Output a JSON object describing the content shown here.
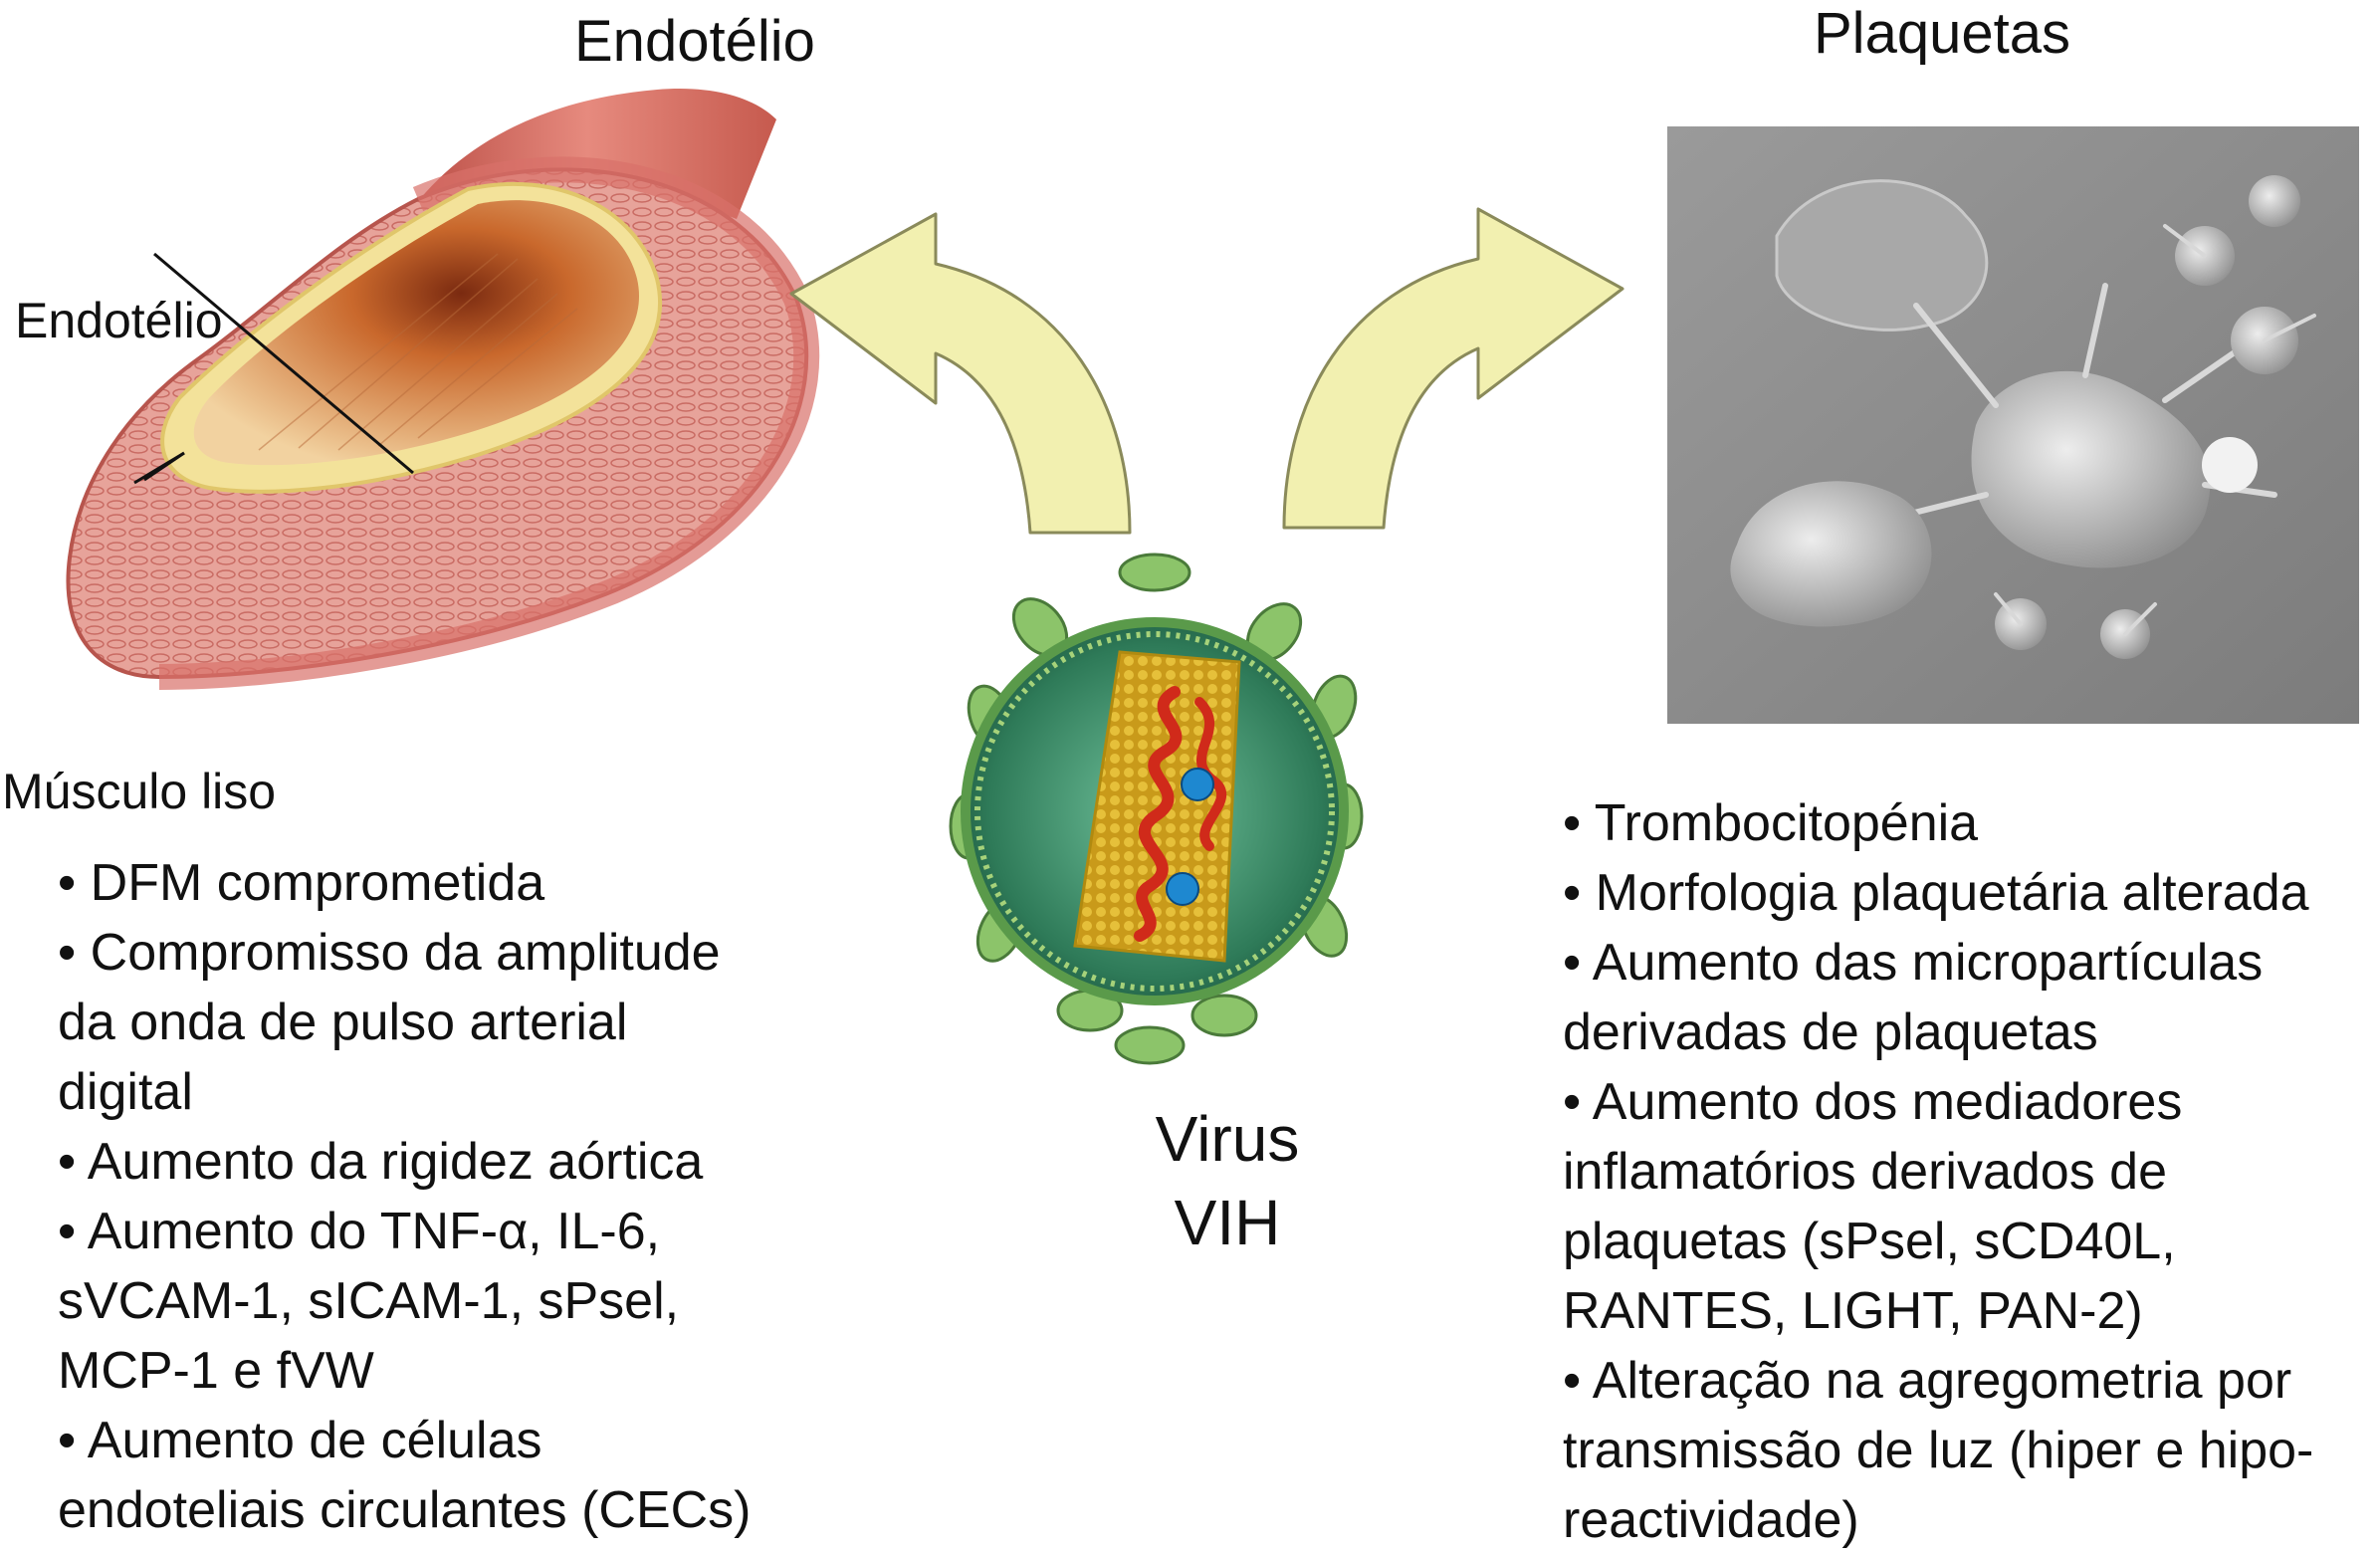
{
  "left": {
    "title": "Endotélio",
    "label_endothelium": "Endotélio",
    "label_smooth_muscle": "Músculo liso",
    "items": [
      "• DFM comprometida",
      "• Compromisso da amplitude",
      "da onda de pulso arterial",
      "digital",
      "• Aumento da rigidez aórtica",
      "• Aumento do TNF-α, IL-6,",
      "sVCAM-1, sICAM-1, sPsel,",
      "MCP-1 e fVW",
      "• Aumento de células",
      "endoteliais circulantes (CECs)"
    ]
  },
  "right": {
    "title": "Plaquetas",
    "items": [
      "• Trombocitopénia",
      "• Morfologia plaquetária alterada",
      "• Aumento das micropartículas",
      "derivadas de plaquetas",
      "• Aumento dos mediadores",
      "inflamatórios derivados de",
      "plaquetas (sPsel, sCD40L,",
      "RANTES, LIGHT, PAN-2)",
      "• Alteração na agregometria por",
      "transmissão de luz (hiper e hipo-",
      "reactividade)"
    ]
  },
  "center": {
    "virus_line1": "Virus",
    "virus_line2": "VIH"
  },
  "colors": {
    "artery_outer": "#d9706a",
    "artery_wall": "#e89a92",
    "artery_lumen": "#c96a3c",
    "endothelium_layer": "#f3e29a",
    "arrow_fill": "#f2f0b0",
    "arrow_stroke": "#8a8a5a",
    "virus_body": "#3f9a6c",
    "virus_spike": "#8cc46a",
    "virus_core": "#d8b020",
    "virus_rna": "#d02a1a",
    "platelet_bg": "#8d8d8d"
  }
}
